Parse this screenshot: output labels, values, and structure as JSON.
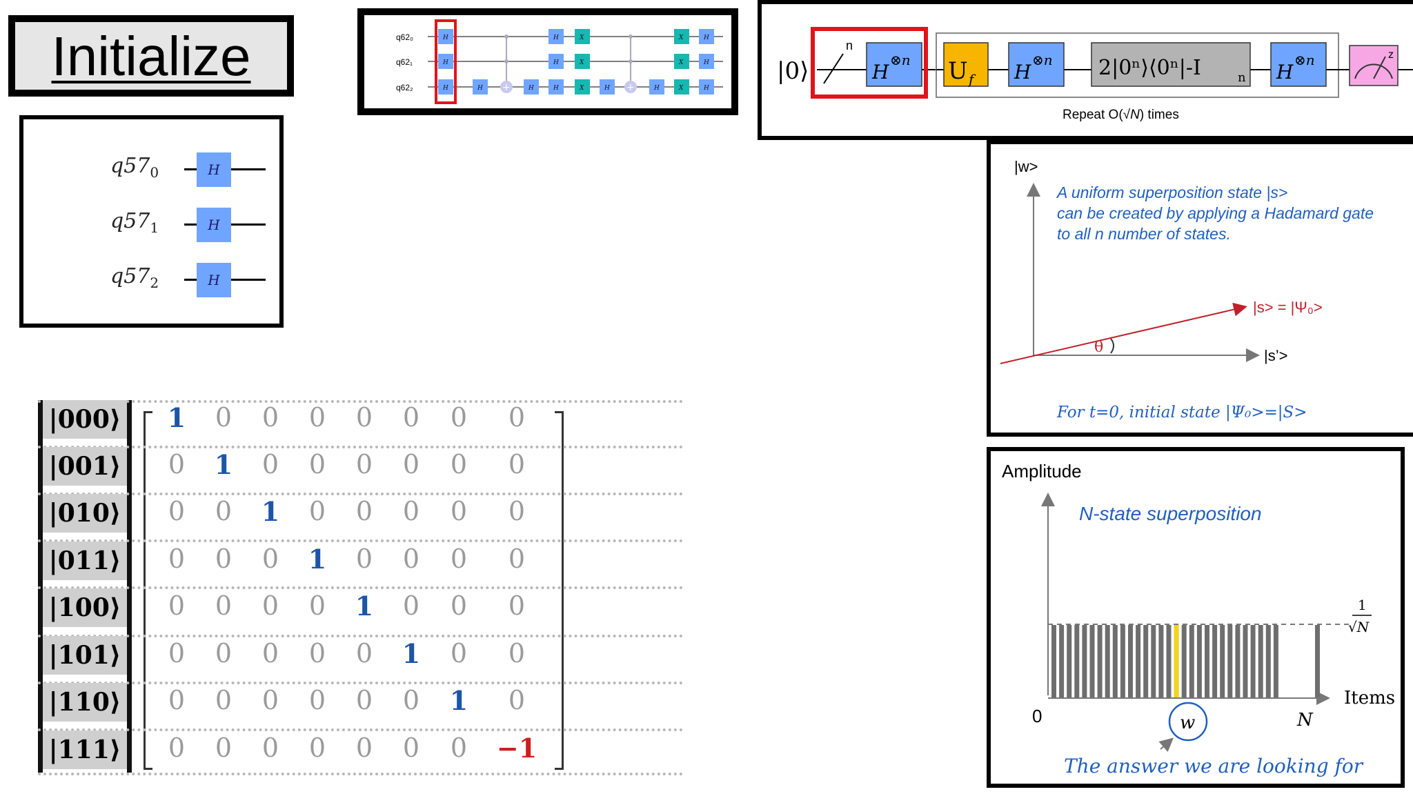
{
  "title": "Initialize",
  "h_circuit": {
    "qubits": [
      {
        "name": "q57",
        "index": "0"
      },
      {
        "name": "q57",
        "index": "1"
      },
      {
        "name": "q57",
        "index": "2"
      }
    ],
    "gate_label": "H"
  },
  "mini_circuit": {
    "qubits": [
      "q62₀",
      "q62₁",
      "q62₂"
    ],
    "h_label": "H",
    "x_label": "X"
  },
  "grover": {
    "input_ket": "|0⟩",
    "n_label": "n",
    "hadamard": "H",
    "tensor_power": "⊗n",
    "oracle": "U",
    "oracle_sub": "f",
    "diffuser": "2|0ⁿ⟩⟨0ⁿ|-I",
    "diffuser_sub": "n",
    "repeat_prefix": "Repeat O(",
    "repeat_sqrt": "√N",
    "repeat_suffix": ") times",
    "measure_label": "z"
  },
  "geometry": {
    "w_axis": "|w>",
    "s_prime_axis": "|s’>",
    "description": [
      "A uniform superposition state |s>",
      "can be created by applying a Hadamard gate",
      "to all n number of states."
    ],
    "vector_label": "|s> = |Ψ₀>",
    "angle_label": "θ",
    "initial_state": "For t=0, initial state |Ψ₀>=|S>"
  },
  "amplitude": {
    "ylabel": "Amplitude",
    "heading": "N-state superposition",
    "level_num": "1",
    "level_den": "√N",
    "origin": "0",
    "n_label": "N",
    "xlabel": "Items",
    "w_label": "w",
    "answer": "The answer we are looking for",
    "colors": {
      "bar": "#6e6e6e",
      "marked": "#f2d21b"
    }
  },
  "matrix": {
    "rows": [
      {
        "label": "|000⟩",
        "values": [
          "1",
          "0",
          "0",
          "0",
          "0",
          "0",
          "0",
          "0"
        ]
      },
      {
        "label": "|001⟩",
        "values": [
          "0",
          "1",
          "0",
          "0",
          "0",
          "0",
          "0",
          "0"
        ]
      },
      {
        "label": "|010⟩",
        "values": [
          "0",
          "0",
          "1",
          "0",
          "0",
          "0",
          "0",
          "0"
        ]
      },
      {
        "label": "|011⟩",
        "values": [
          "0",
          "0",
          "0",
          "1",
          "0",
          "0",
          "0",
          "0"
        ]
      },
      {
        "label": "|100⟩",
        "values": [
          "0",
          "0",
          "0",
          "0",
          "1",
          "0",
          "0",
          "0"
        ]
      },
      {
        "label": "|101⟩",
        "values": [
          "0",
          "0",
          "0",
          "0",
          "0",
          "1",
          "0",
          "0"
        ]
      },
      {
        "label": "|110⟩",
        "values": [
          "0",
          "0",
          "0",
          "0",
          "0",
          "0",
          "1",
          "0"
        ]
      },
      {
        "label": "|111⟩",
        "values": [
          "0",
          "0",
          "0",
          "0",
          "0",
          "0",
          "0",
          "−1"
        ]
      }
    ]
  }
}
